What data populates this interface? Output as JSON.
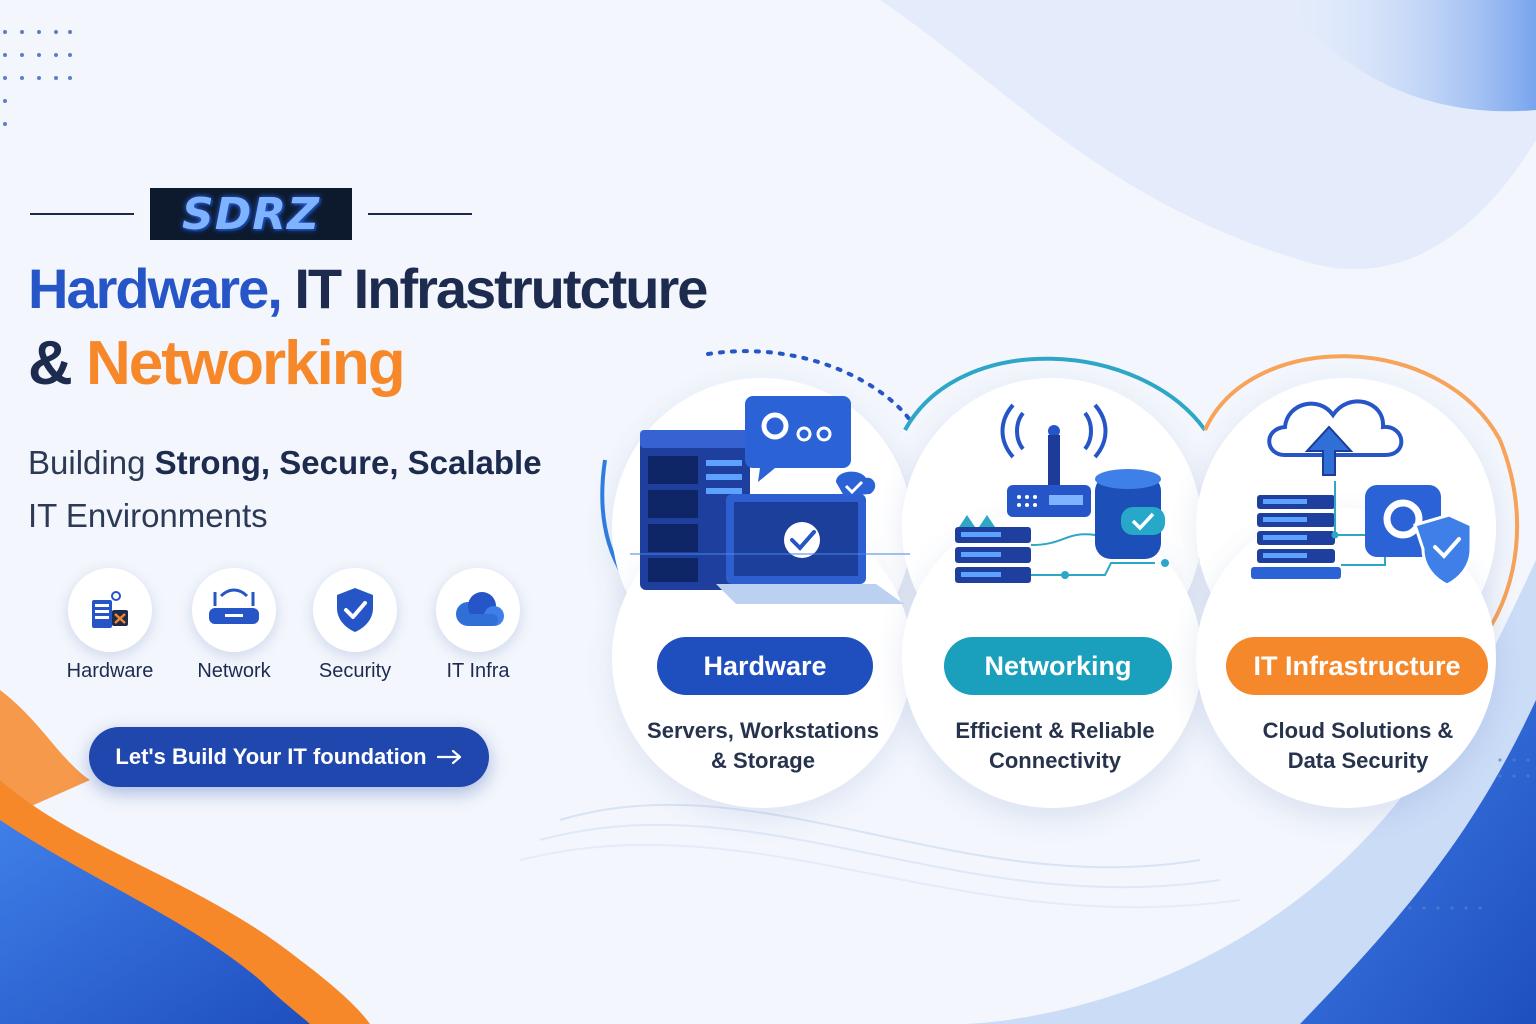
{
  "brand": {
    "logo_text": "SDRZ"
  },
  "hero": {
    "title_part1": "Hardware,",
    "title_part2": " IT Infrastrutcture",
    "title_amp": "& ",
    "title_highlight": "Networking",
    "subtitle_lead": "Building ",
    "subtitle_strong": "Strong, Secure, Scalable",
    "subtitle_tail": "IT Environments"
  },
  "features": [
    {
      "label": "Hardware",
      "icon": "server-id-icon"
    },
    {
      "label": "Network",
      "icon": "router-icon"
    },
    {
      "label": "Security",
      "icon": "shield-check-icon"
    },
    {
      "label": "IT Infra",
      "icon": "cloud-icon"
    }
  ],
  "cta": {
    "label": "Let's Build Your IT foundation",
    "icon": "arrow-right-icon"
  },
  "cards": [
    {
      "title": "Hardware",
      "desc_line1": "Servers, Workstations",
      "desc_line2": "& Storage",
      "color": "#1f4fbf"
    },
    {
      "title": "Networking",
      "desc_line1": "Efficient & Reliable",
      "desc_line2": "Connectivity",
      "color": "#1a9fbd"
    },
    {
      "title": "IT Infrastructure",
      "desc_line1": "Cloud Solutions &",
      "desc_line2": "Data Security",
      "color": "#f5882a"
    }
  ],
  "colors": {
    "navy": "#1d2b4f",
    "blue": "#2655c7",
    "orange": "#f7882a",
    "teal": "#1a9fbd"
  }
}
